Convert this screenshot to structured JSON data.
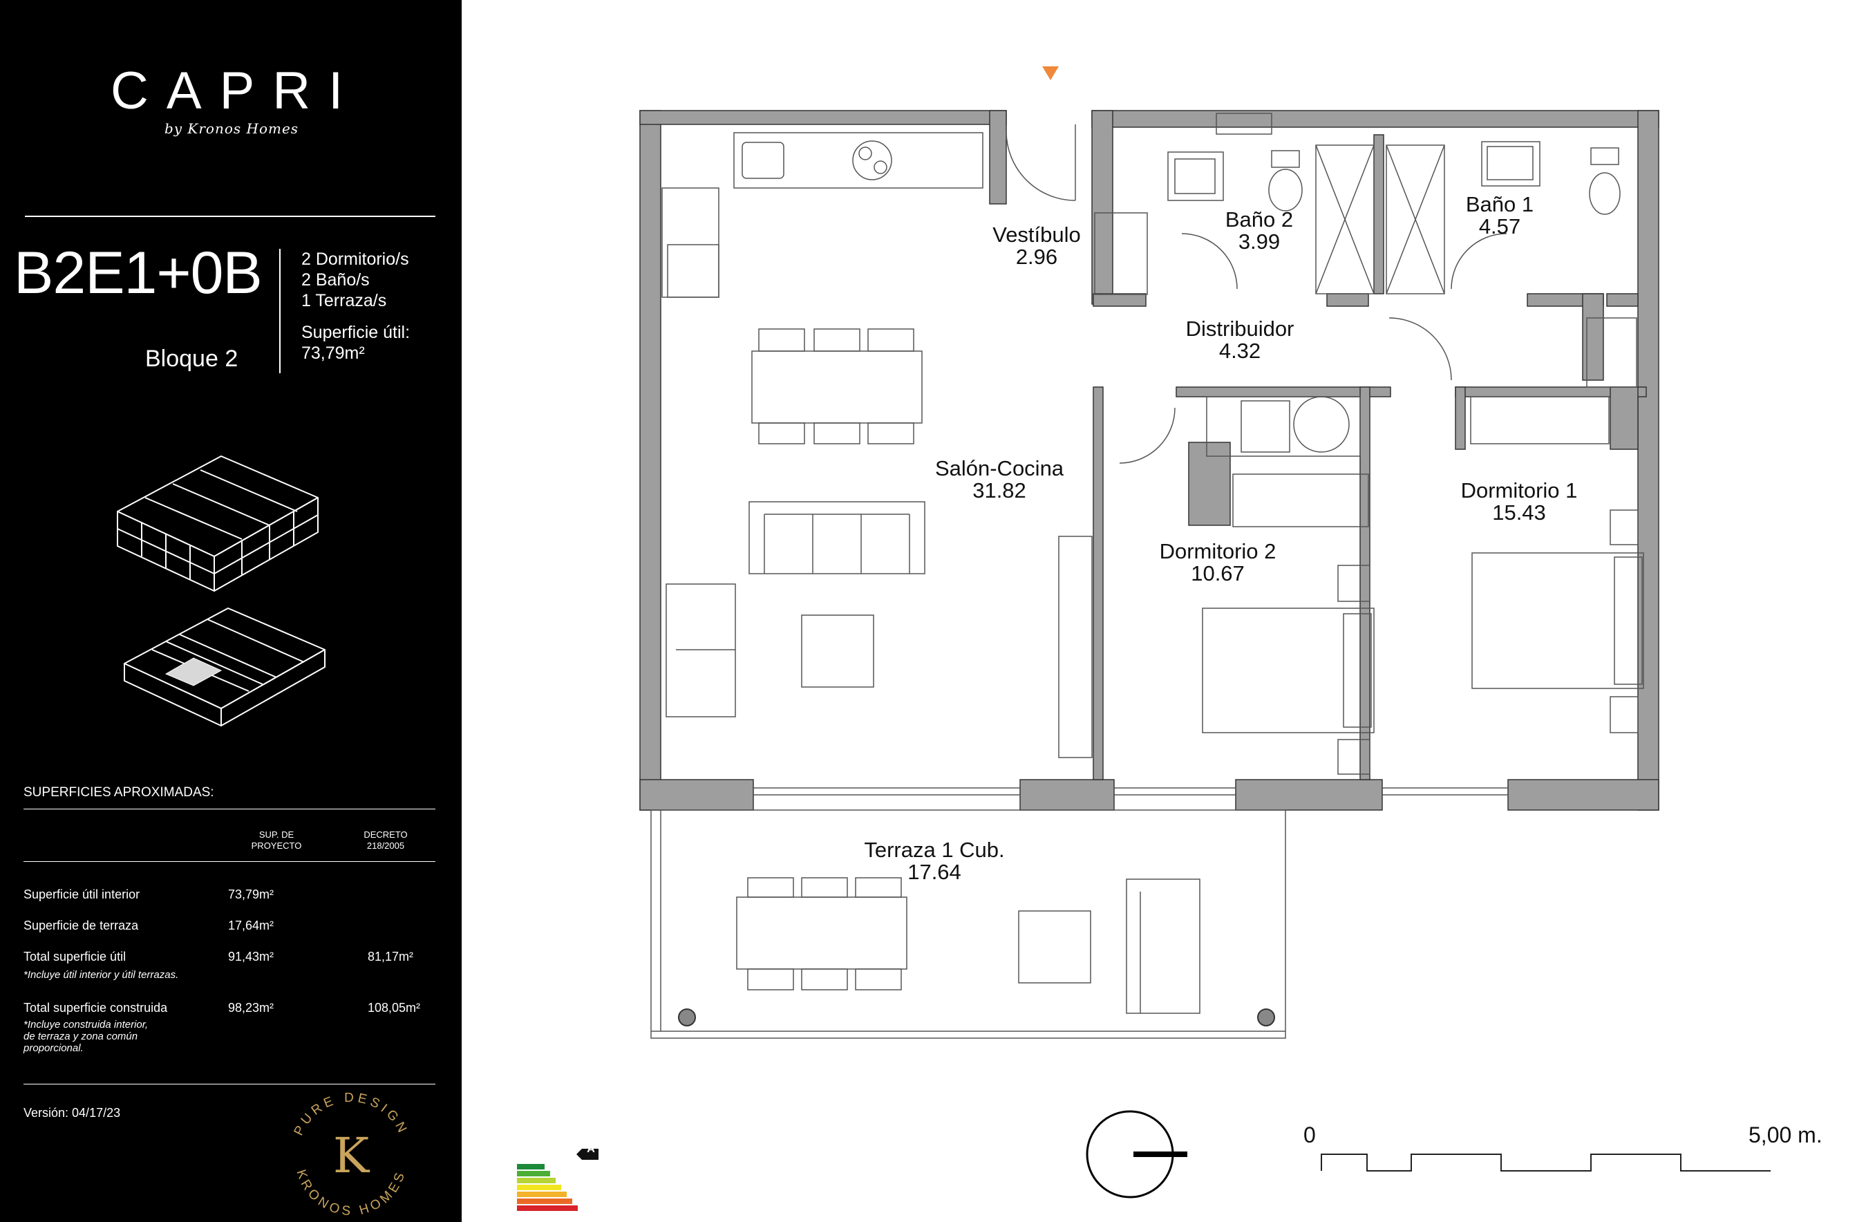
{
  "brand": {
    "name": "CAPRI",
    "byline": "by Kronos Homes",
    "seal_text": "PURE DESIGN · KRONOS HOMES",
    "seal_letter": "K",
    "gold": "#c9a45c"
  },
  "unit": {
    "code": "B2E1+0B",
    "bloque": "Bloque 2",
    "features": [
      "2 Dormitorio/s",
      "2 Baño/s",
      "1 Terraza/s"
    ],
    "superficie_label": "Superficie útil:",
    "superficie_value": "73,79m²"
  },
  "surfaces": {
    "title": "SUPERFICIES APROXIMADAS:",
    "col_proyecto": "SUP. DE PROYECTO",
    "col_decreto": "DECRETO 218/2005",
    "rows": [
      {
        "label": "Superficie útil interior",
        "note": "",
        "proyecto": "73,79m²",
        "decreto": ""
      },
      {
        "label": "Superficie de terraza",
        "note": "",
        "proyecto": "17,64m²",
        "decreto": ""
      },
      {
        "label": "Total superficie útil",
        "note": "*Incluye útil interior y útil terrazas.",
        "proyecto": "91,43m²",
        "decreto": "81,17m²"
      },
      {
        "label": "Total superficie construida",
        "note": "*Incluye construida interior, de terraza y zona común proporcional.",
        "proyecto": "98,23m²",
        "decreto": "108,05m²"
      }
    ]
  },
  "version": "Versión: 04/17/23",
  "rooms": [
    {
      "name": "Vestíbulo",
      "area": "2.96"
    },
    {
      "name": "Baño 2",
      "area": "3.99"
    },
    {
      "name": "Baño 1",
      "area": "4.57"
    },
    {
      "name": "Distribuidor",
      "area": "4.32"
    },
    {
      "name": "Salón-Cocina",
      "area": "31.82"
    },
    {
      "name": "Dormitorio 1",
      "area": "15.43"
    },
    {
      "name": "Dormitorio 2",
      "area": "10.67"
    },
    {
      "name": "Terraza 1 Cub.",
      "area": "17.64"
    }
  ],
  "energy": {
    "rating": "A",
    "colors": [
      "#1d8a3a",
      "#4caf35",
      "#b7d435",
      "#f2e51f",
      "#f4b22a",
      "#ea6a25",
      "#d8232a"
    ]
  },
  "scale": {
    "start": "0",
    "end": "5,00 m."
  },
  "colors": {
    "wall": "#9e9e9e",
    "entrance_marker": "#f0883a"
  }
}
